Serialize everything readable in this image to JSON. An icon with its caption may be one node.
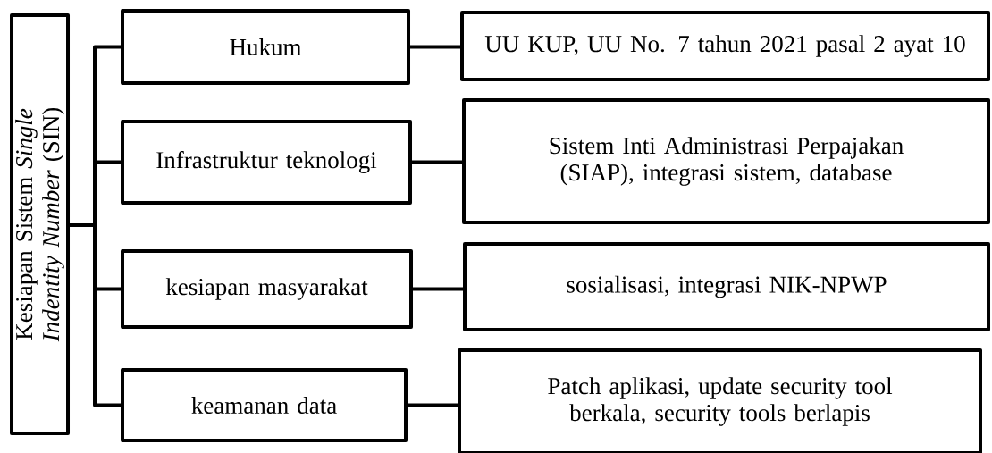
{
  "diagram": {
    "nodes": [
      {
        "text": [
          "Kesiapan Sistem *Single Indentity Number* (SIN)"
        ]
      },
      {
        "text": [
          "Hukum"
        ]
      },
      {
        "text": [
          "UU KUP, UU No. 7 tahun 2021 pasal 2 ayat 10"
        ]
      },
      {
        "text": [
          "Infrastruktur teknologi"
        ]
      },
      {
        "text": [
          "Sistem Inti Administrasi Perpajakan (SIAP), integrasi sistem, database"
        ]
      },
      {
        "text": [
          "kesiapan masyarakat"
        ]
      },
      {
        "text": [
          "sosialisasi, integrasi NIK-NPWP"
        ]
      },
      {
        "text": [
          "keamanan data"
        ]
      },
      {
        "text": [
          "Patch aplikasi, update security tool berkala, security tools berlapis"
        ]
      }
    ],
    "edges": [
      {
        "from": 0,
        "to": 1,
        "arrow": "none"
      },
      {
        "from": 0,
        "to": 3,
        "arrow": "none"
      },
      {
        "from": 0,
        "to": 5,
        "arrow": "none"
      },
      {
        "from": 0,
        "to": 7,
        "arrow": "none"
      },
      {
        "from": 1,
        "to": 2,
        "arrow": "none"
      },
      {
        "from": 3,
        "to": 4,
        "arrow": "none"
      },
      {
        "from": 5,
        "to": 6,
        "arrow": "none"
      },
      {
        "from": 7,
        "to": 8,
        "arrow": "none"
      }
    ]
  }
}
